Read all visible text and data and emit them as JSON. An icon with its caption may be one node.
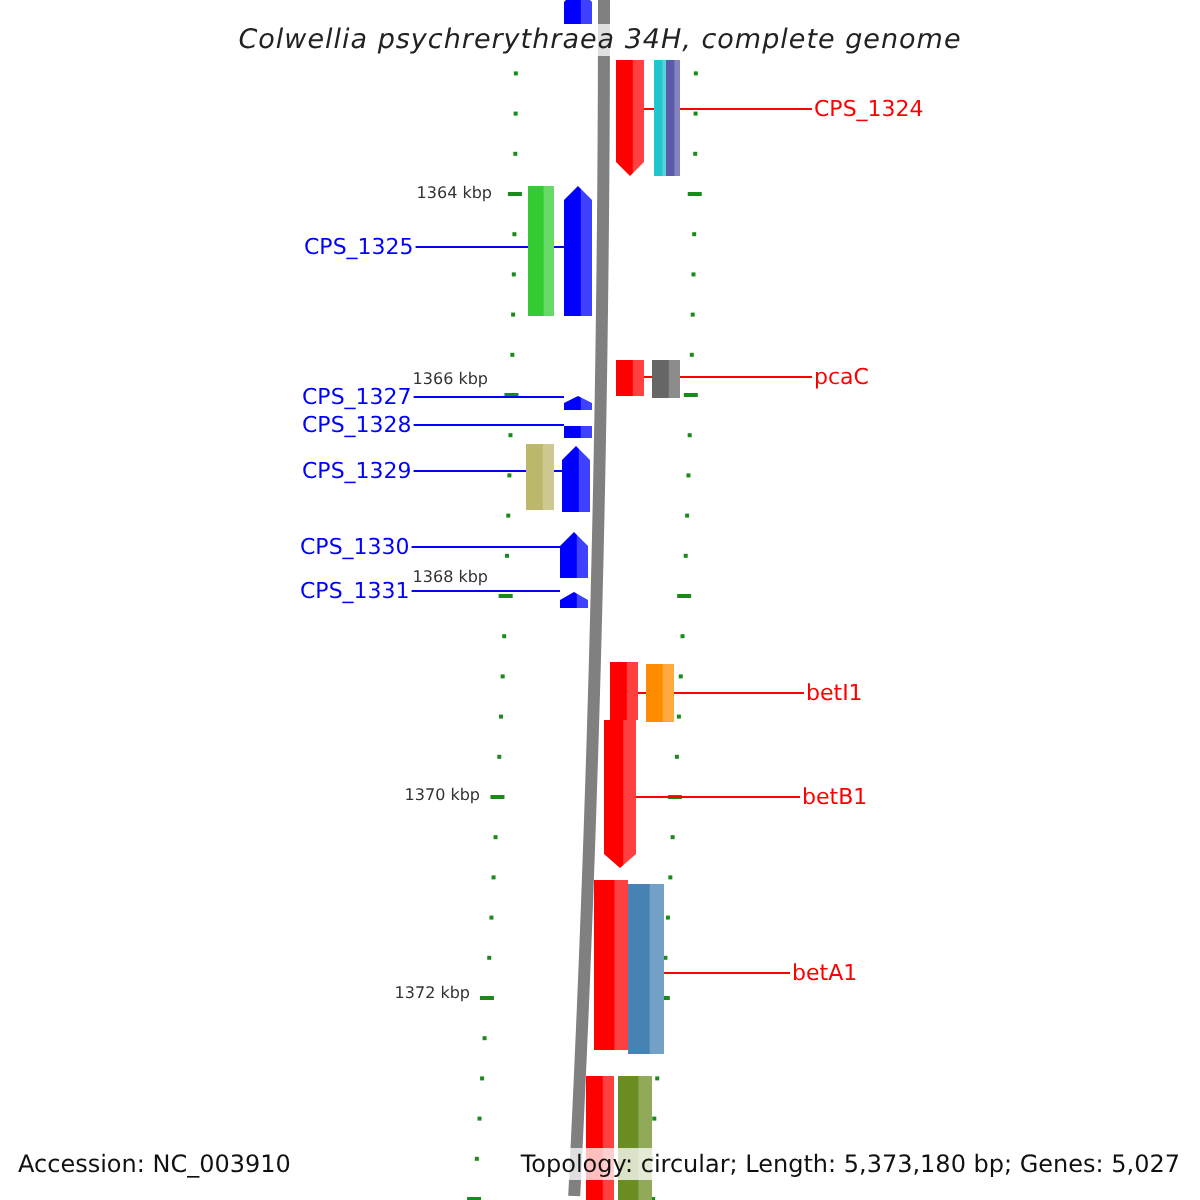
{
  "diagram": {
    "title": "Colwellia psychrerythraea 34H, complete genome",
    "nodes": [
      {
        "text": [],
        "shape": "arrow"
      },
      {
        "text": [],
        "shape": "arrow"
      },
      {
        "text": [],
        "shape": "bar"
      },
      {
        "text": [],
        "shape": "bar"
      },
      {
        "text": [],
        "shape": "bar"
      },
      {
        "text": [],
        "shape": "arrow"
      },
      {
        "text": [],
        "shape": "arrow"
      },
      {
        "text": [],
        "shape": "bar"
      },
      {
        "text": [],
        "shape": "arrow"
      },
      {
        "text": [],
        "shape": "arrow"
      },
      {
        "text": [],
        "shape": "bar"
      },
      {
        "text": [],
        "shape": "arrow"
      },
      {
        "text": [],
        "shape": "arrow"
      },
      {
        "text": [],
        "shape": "arrow"
      },
      {
        "text": [],
        "shape": "arrow"
      },
      {
        "text": [],
        "shape": "bar"
      },
      {
        "text": [],
        "shape": "arrow"
      },
      {
        "text": [],
        "shape": "arrow"
      },
      {
        "text": [],
        "shape": "bar"
      },
      {
        "text": [],
        "shape": "arrow"
      },
      {
        "text": [],
        "shape": "bar"
      },
      {
        "text": [
          "CPS_1324"
        ]
      },
      {
        "text": [
          "CPS_1325"
        ]
      },
      {
        "text": [
          "pcaC"
        ]
      },
      {
        "text": [
          "CPS_1327"
        ]
      },
      {
        "text": [
          "CPS_1328"
        ]
      },
      {
        "text": [
          "CPS_1329"
        ]
      },
      {
        "text": [
          "CPS_1330"
        ]
      },
      {
        "text": [
          "CPS_1331"
        ]
      },
      {
        "text": [
          "betI1"
        ]
      },
      {
        "text": [
          "betB1"
        ]
      },
      {
        "text": [
          "betA1"
        ]
      }
    ],
    "edges": [
      {
        "from": 21,
        "to": 1,
        "arrow": "none",
        "color": "#ff0000"
      },
      {
        "from": 22,
        "to": 6,
        "arrow": "none"
      },
      {
        "from": 23,
        "to": 7,
        "arrow": "none",
        "color": "#ff0000"
      },
      {
        "from": 24,
        "to": 9,
        "arrow": "none"
      },
      {
        "from": 25,
        "to": 10,
        "arrow": "none"
      },
      {
        "from": 26,
        "to": 12,
        "arrow": "none"
      },
      {
        "from": 27,
        "to": 13,
        "arrow": "none"
      },
      {
        "from": 28,
        "to": 14,
        "arrow": "none"
      },
      {
        "from": 29,
        "to": 15,
        "arrow": "none",
        "color": "#ff0000"
      },
      {
        "from": 30,
        "to": 17,
        "arrow": "none",
        "color": "#ff0000"
      },
      {
        "from": 31,
        "to": 18,
        "arrow": "none",
        "color": "#ff0000"
      }
    ],
    "labels": [
      "1364 kbp",
      "1366 kbp",
      "1368 kbp",
      "1370 kbp",
      "1372 kbp",
      "Accession: NC_003910",
      "Topology: circular; Length: 5,373,180 bp; Genes: 5,027"
    ]
  }
}
